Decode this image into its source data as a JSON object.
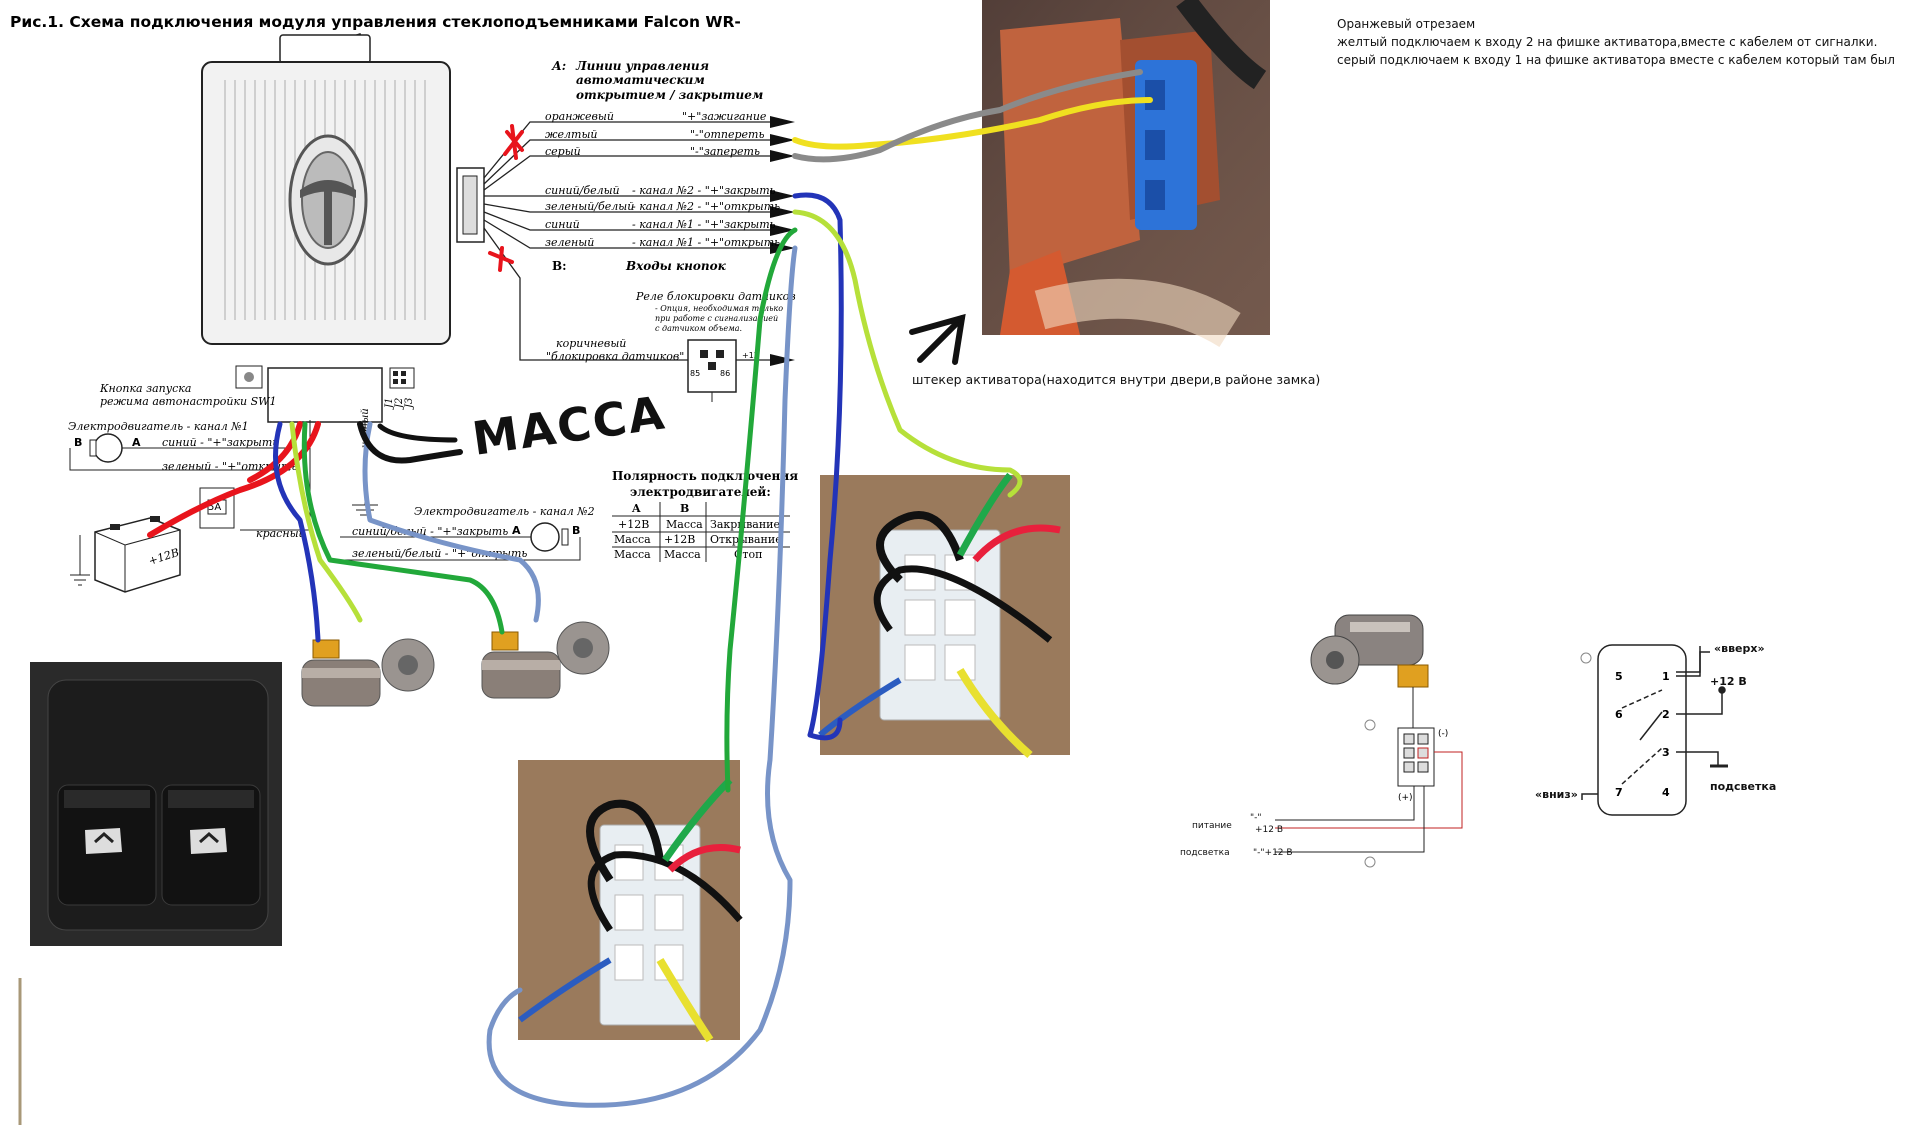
{
  "title": "Рис.1. Схема подключения модуля управления стеклоподъемниками Falcon WR-",
  "note": {
    "line1": "Оранжевый отрезаем",
    "line2": "желтый подключаем к входу 2 на фишке активатора,вместе с кабелем от сигналки.",
    "line3": "серый подключаем к входу 1 на фишке активатора вместе с кабелем который там был"
  },
  "section_a": {
    "label": "А:",
    "title_line1": "Линии управления",
    "title_line2": "автоматическим",
    "title_line3": "открытием / закрытием"
  },
  "section_b": {
    "label": "В:",
    "title": "Входы кнопок"
  },
  "wires_a": [
    {
      "name": "оранжевый",
      "signal": "\"+\"зажигание"
    },
    {
      "name": "желтый",
      "signal": "\"-\"отпереть"
    },
    {
      "name": "серый",
      "signal": "\"-\"запереть"
    }
  ],
  "wires_b": [
    {
      "name": "синий/белый",
      "signal": "- канал №2 - \"+\"закрыть"
    },
    {
      "name": "зеленый/белый",
      "signal": "- канал №2 - \"+\"открыть"
    },
    {
      "name": "синий",
      "signal": "- канал №1 - \"+\"закрыть"
    },
    {
      "name": "зеленый",
      "signal": "- канал №1 - \"+\"открыть"
    }
  ],
  "relay": {
    "title": "Реле блокировки датчиков",
    "note1": "- Опция, необходимая только",
    "note2": "при работе с сигнализацией",
    "note3": "с датчиком объема.",
    "wire": "коричневый",
    "wire_signal": "\"блокировка датчиков\"",
    "pin85": "85",
    "pin86": "86",
    "pin_plus": "+12"
  },
  "button_label1": "Кнопка запуска",
  "button_label2": "режима автонастройки SW1",
  "jumpers": [
    "J1",
    "J2",
    "J3"
  ],
  "motor1": {
    "label": "Электродвигатель - канал №1",
    "a": "A",
    "b": "B",
    "wire1": "синий - \"+\"закрыть",
    "wire2": "зеленый - \"+\"открыть"
  },
  "motor2": {
    "label": "Электродвигатель - канал №2",
    "a": "A",
    "b": "B",
    "wire1": "синий/белый - \"+\"закрыть",
    "wire2": "зеленый/белый - \"+\"открыть"
  },
  "battery": "+12В",
  "fuse": "5A",
  "red_label": "красный",
  "black_label": "черный",
  "massa": "МАССА",
  "polarity": {
    "title1": "Полярность подключения",
    "title2": "электродвигателей:",
    "headers": [
      "A",
      "B",
      ""
    ],
    "rows": [
      [
        "+12В",
        "Масса",
        "Закрывание"
      ],
      [
        "Масса",
        "+12В",
        "Открывание"
      ],
      [
        "Масса",
        "Масса",
        "Стоп"
      ]
    ]
  },
  "actuator_caption": "штекер активатора(находится внутри двери,в районе замка)",
  "switch_diagram": {
    "up": "«вверх»",
    "down": "«вниз»",
    "plus": "+12 В",
    "backlight": "подсветка",
    "pins": [
      "5",
      "1",
      "6",
      "2",
      "3",
      "7",
      "4"
    ]
  },
  "motor_diagram": {
    "power": "питание",
    "power_vals": "\"-\"",
    "power_plus": "+12 В",
    "light": "подсветка",
    "light_vals": "\"-\"+12 В",
    "minus": "(-)",
    "plus": "(+)"
  },
  "colors": {
    "red": "#e8141c",
    "yellow": "#f0e020",
    "lime": "#b6e03a",
    "green": "#22a83a",
    "blue": "#2334b8",
    "lightblue": "#7894c8",
    "gray": "#8a8a8a",
    "black": "#111111"
  }
}
